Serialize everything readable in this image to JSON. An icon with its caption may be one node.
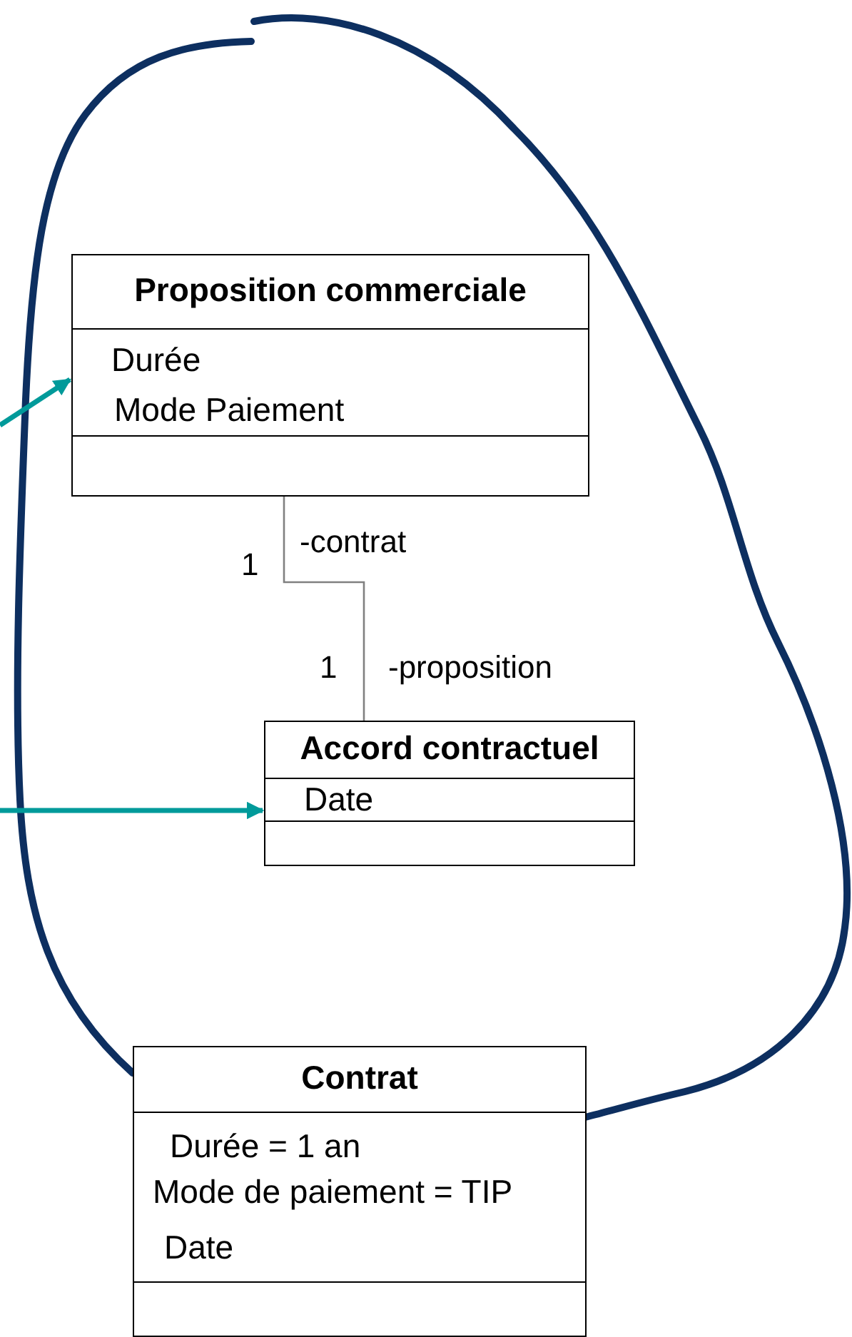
{
  "diagram": {
    "nodes": [
      {
        "text": [
          "Proposition commerciale",
          "Durée",
          "Mode Paiement"
        ]
      },
      {
        "text": [
          "Accord contractuel",
          "Date"
        ]
      },
      {
        "text": [
          "Contrat",
          "Durée = 1 an",
          "Mode de paiement = TIP",
          "Date"
        ]
      }
    ],
    "edges": [
      {
        "from": 0,
        "to": 1,
        "arrow": "none",
        "color": "#808080"
      },
      {
        "from": null,
        "to": 0,
        "arrow": "to",
        "color": "#009a9a"
      },
      {
        "from": null,
        "to": 1,
        "arrow": "to",
        "color": "#009a9a"
      }
    ],
    "labels": [
      "1",
      "-contrat",
      "1",
      "-proposition"
    ]
  }
}
